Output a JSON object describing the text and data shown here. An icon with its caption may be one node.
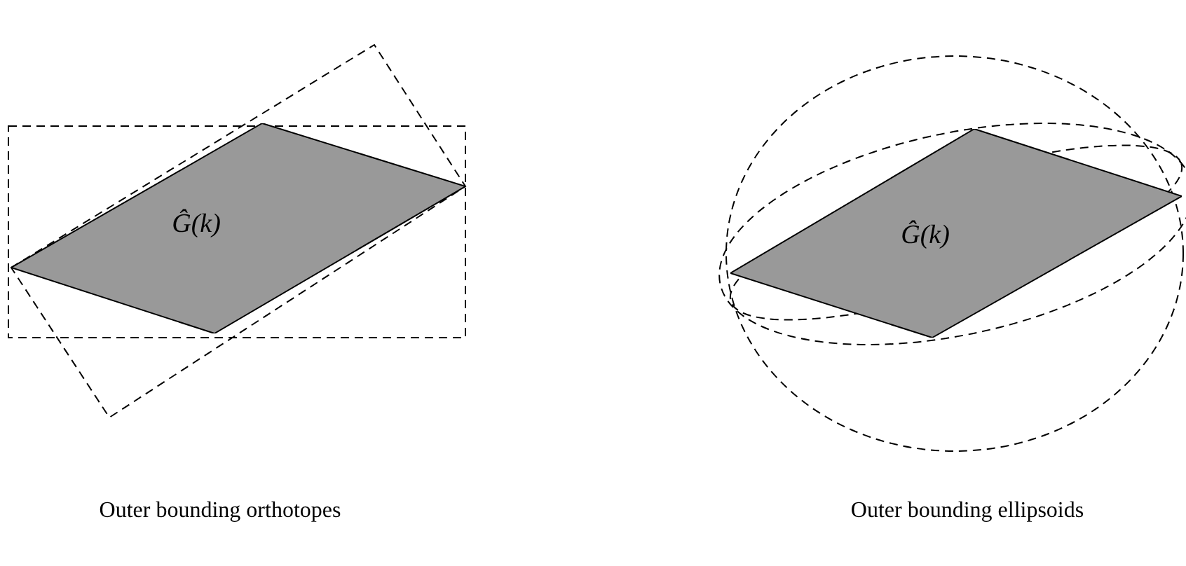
{
  "diagram": {
    "nodes": [
      {
        "text": [
          "Ĝ(k)"
        ]
      },
      {
        "text": [
          "Ĝ(k)"
        ]
      }
    ],
    "labels": [
      "Outer bounding orthotopes",
      "Outer bounding ellipsoids"
    ]
  }
}
